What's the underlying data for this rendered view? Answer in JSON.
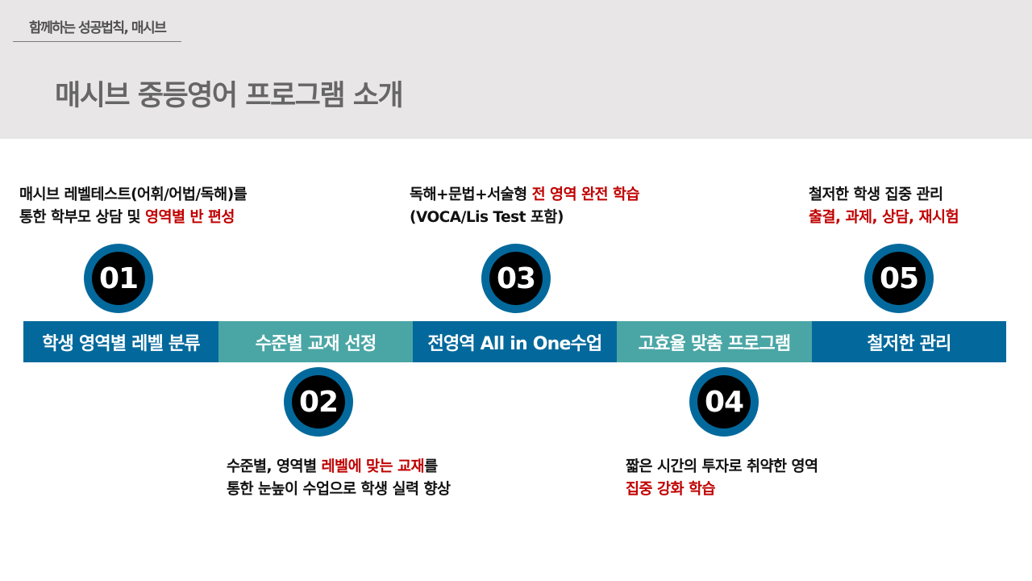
{
  "header": {
    "brand": "함께하는 성공법칙, 매시브",
    "title": "매시브 중등영어 프로그램 소개"
  },
  "colors": {
    "dark_blue": "#03699c",
    "teal": "#4aa6a5",
    "highlight_red": "#c00000",
    "header_bg": "#e8e6e7"
  },
  "steps": [
    {
      "number": "01",
      "label": "학생 영역별 레벨 분류",
      "line1": "매시브 레벨테스트(어휘/어법/독해)를",
      "line2_normal": "통한 학부모 상담 및 ",
      "line2_highlight": "영역별 반 편성"
    },
    {
      "number": "02",
      "label": "수준별 교재 선정",
      "line1_normal": "수준별, 영역별 ",
      "line1_highlight": "레벨에 맞는 교재",
      "line1_suffix": "를",
      "line2": "통한 눈높이 수업으로 학생 실력 향상"
    },
    {
      "number": "03",
      "label": "전영역 All in One수업",
      "line1_normal": "독해+문법+서술형 ",
      "line1_highlight": "전 영역 완전 학습",
      "line2": "(VOCA/Lis Test 포함)"
    },
    {
      "number": "04",
      "label": "고효율 맞춤 프로그램",
      "line1": "짧은 시간의 투자로 취약한 영역",
      "line2_highlight": "집중 강화 학습"
    },
    {
      "number": "05",
      "label": "철저한 관리",
      "line1": "철저한 학생 집중 관리",
      "line2_highlight": "출결, 과제, 상담, 재시험"
    }
  ]
}
